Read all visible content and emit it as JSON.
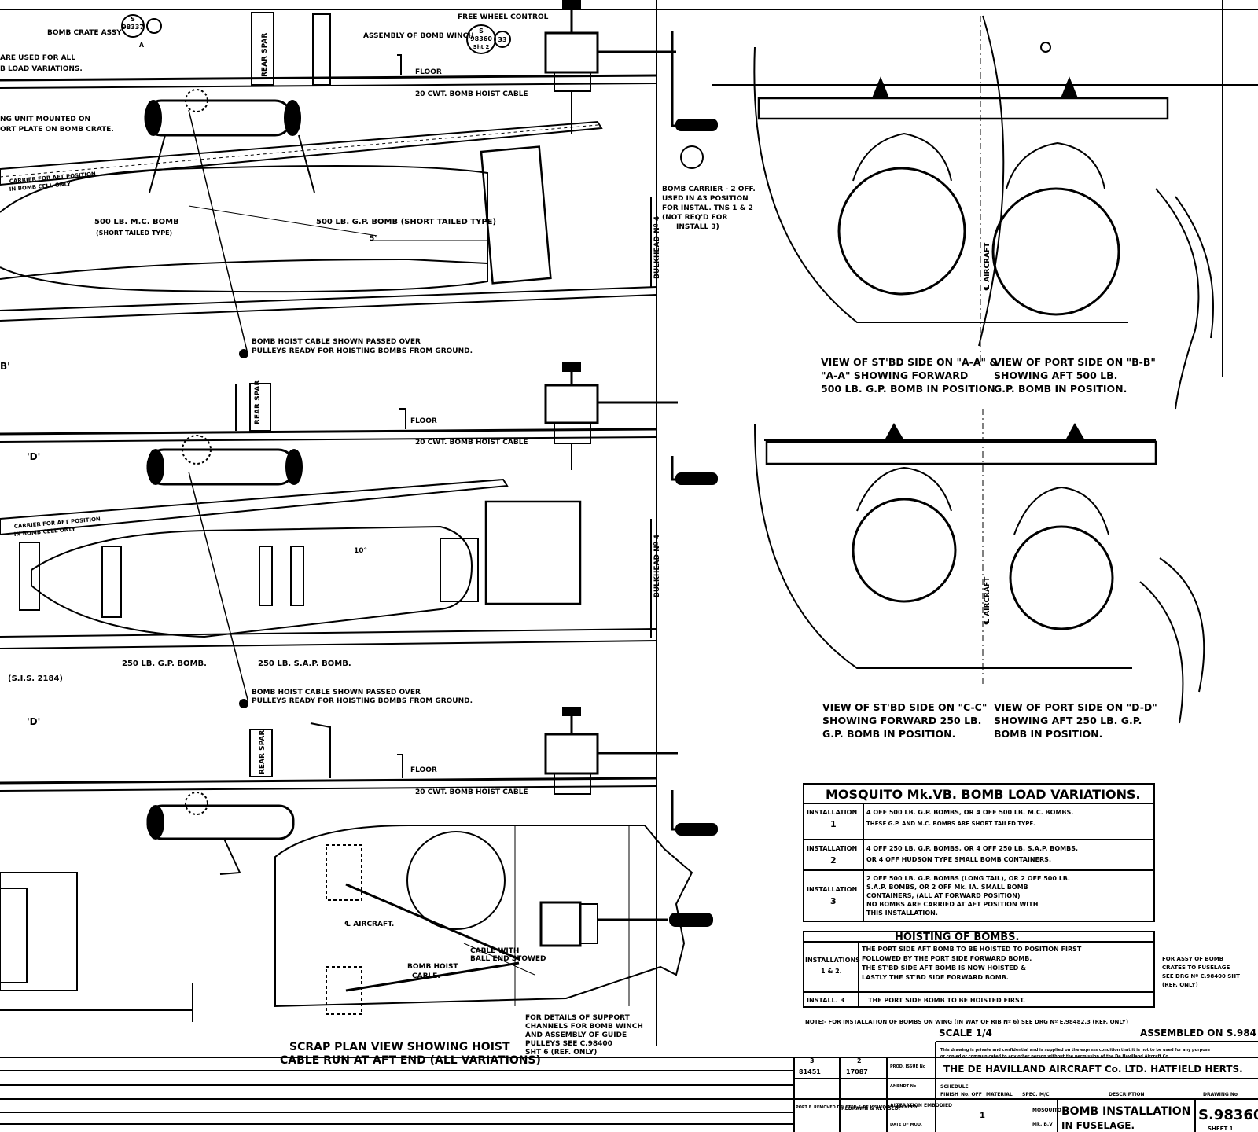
{
  "notes": {
    "bomb_crate": "BOMB CRATE ASSY",
    "bomb_crate_ref": "98337",
    "bomb_crate_ref_letter": "S",
    "bomb_crate_ref_sub": "A",
    "used_for_all_1": "ARE USED FOR ALL",
    "used_for_all_2": "B LOAD VARIATIONS.",
    "free_wheel": "FREE WHEEL CONTROL",
    "winch_assy": "ASSEMBLY OF BOMB WINCH",
    "winch_ref": "98360",
    "winch_ref_letter": "S",
    "winch_ref_sub": "Sht 2",
    "winch_ref_num": "33",
    "rear_spar": "REAR SPAR",
    "floor": "FLOOR",
    "hoist_cable": "20 CWT. BOMB HOIST CABLE",
    "unit_mounted_1": "NG UNIT MOUNTED ON",
    "unit_mounted_2": "ORT PLATE ON BOMB CRATE.",
    "carrier_aft_1": "CARRIER FOR AFT POSITION",
    "carrier_aft_2": "IN BOMB CELL ONLY",
    "bomb_500_mc": "500 LB. M.C. BOMB",
    "short_tailed": "(SHORT TAILED TYPE)",
    "bomb_500_gp": "500 LB. G.P. BOMB (SHORT TAILED TYPE)",
    "angle_5": "5°",
    "angle_10": "10°",
    "bomb_carrier_1": "BOMB CARRIER - 2 OFF.",
    "bomb_carrier_2": "USED IN A3 POSITION",
    "bomb_carrier_3": "FOR INSTAL. TNS 1 & 2",
    "bomb_carrier_4": "(NOT REQ'D FOR",
    "bomb_carrier_5": "INSTALL 3)",
    "bulkhead": "BULKHEAD Nº 4",
    "cable_passed_1": "BOMB HOIST CABLE SHOWN PASSED OVER",
    "cable_passed_2": "PULLEYS READY FOR HOISTING BOMBS FROM GROUND.",
    "section_b": "B'",
    "section_d": "'D'",
    "bomb_250_gp": "250 LB. G.P. BOMB.",
    "bomb_250_sap": "250 LB. S.A.P. BOMB.",
    "sis_ref": "(S.I.S. 2184)",
    "aircraft_cl": "℄ AIRCRAFT",
    "scrap_aircraft": "℄ AIRCRAFT.",
    "scrap_title_1": "SCRAP PLAN VIEW SHOWING HOIST",
    "scrap_title_2": "CABLE RUN AT AFT END (ALL VARIATIONS)",
    "cable_with_1": "CABLE WITH",
    "cable_with_2": "BALL END STOWED",
    "bomb_hoist_cable_1": "BOMB HOIST",
    "bomb_hoist_cable_2": "CABLE.",
    "support_1": "FOR DETAILS OF SUPPORT",
    "support_2": "CHANNELS FOR BOMB WINCH",
    "support_3": "AND ASSEMBLY OF GUIDE",
    "support_4": "PULLEYS SEE C.98400",
    "support_5": "SHT 6 (REF. ONLY)",
    "view_aa_1": "VIEW OF ST'BD SIDE ON \"A-A\" &",
    "view_aa_2": "\"A-A\" SHOWING FORWARD",
    "view_aa_3": "500 LB. G.P. BOMB IN POSITION.",
    "view_bb_1": "VIEW OF PORT SIDE ON \"B-B\"",
    "view_bb_2": "SHOWING AFT 500 LB.",
    "view_bb_3": "G.P. BOMB IN POSITION.",
    "view_cc_1": "VIEW OF ST'BD SIDE ON \"C-C\"",
    "view_cc_2": "SHOWING FORWARD 250 LB.",
    "view_cc_3": "G.P. BOMB IN POSITION.",
    "view_dd_1": "VIEW OF PORT SIDE ON \"D-D\"",
    "view_dd_2": "SHOWING AFT 250 LB. G.P.",
    "view_dd_3": "BOMB IN POSITION.",
    "crates_1": "FOR ASSY OF BOMB",
    "crates_2": "CRATES TO FUSELAGE",
    "crates_3": "SEE DRG Nº C.98400 SHT",
    "crates_4": "(REF. ONLY)",
    "note_wing": "NOTE:- FOR INSTALLATION OF BOMBS ON WING (IN WAY OF RIB Nº 6) SEE DRG Nº E.98482.3 (REF. ONLY)"
  },
  "load_table": {
    "title": "MOSQUITO Mk.VB. BOMB LOAD VARIATIONS.",
    "rows": [
      {
        "label": "INSTALLATION",
        "num": "1",
        "lines": [
          "4 OFF 500 LB. G.P. BOMBS, OR 4 OFF 500 LB. M.C. BOMBS.",
          "THESE G.P. AND M.C. BOMBS ARE SHORT TAILED TYPE."
        ]
      },
      {
        "label": "INSTALLATION",
        "num": "2",
        "lines": [
          "4 OFF 250 LB. G.P. BOMBS, OR 4 OFF 250 LB. S.A.P. BOMBS,",
          "OR 4 OFF HUDSON TYPE SMALL BOMB CONTAINERS."
        ]
      },
      {
        "label": "INSTALLATION",
        "num": "3",
        "lines": [
          "2 OFF 500 LB. G.P. BOMBS (LONG TAIL), OR 2 OFF 500 LB.",
          "S.A.P. BOMBS, OR 2 OFF Mk. IA. SMALL BOMB",
          "CONTAINERS, (ALL AT FORWARD POSITION)",
          "NO BOMBS ARE CARRIED AT AFT POSITION WITH",
          "THIS INSTALLATION."
        ]
      }
    ],
    "hoist_title": "HOISTING OF BOMBS.",
    "hoist_rows": [
      {
        "label": "INSTALLATIONS",
        "num": "1 & 2.",
        "lines": [
          "THE PORT SIDE AFT BOMB TO BE HOISTED TO POSITION FIRST",
          "FOLLOWED BY THE PORT SIDE FORWARD BOMB.",
          "THE ST'BD SIDE AFT BOMB IS NOW HOISTED &",
          "LASTLY THE ST'BD SIDE FORWARD BOMB."
        ]
      },
      {
        "label": "INSTALL. 3",
        "num": "",
        "lines": [
          "THE PORT SIDE BOMB TO BE HOISTED FIRST."
        ]
      }
    ]
  },
  "title_block": {
    "scale": "SCALE 1/4",
    "assembled": "ASSEMBLED ON S.984",
    "confidential_1": "This drawing is private and confidential and is supplied on the express condition that it is not to be used for any purpose",
    "confidential_2": "or copied or communicated to any other person without the permission of the De Havilland Aircraft Co.",
    "company": "THE DE HAVILLAND AIRCRAFT Co. LTD. HATFIELD HERTS.",
    "mosquito": "MOSQUITO",
    "mark": "Mk. B.V",
    "description_1": "BOMB INSTALLATION",
    "description_2": "IN FUSELAGE.",
    "drawing_no": "S.98360",
    "sheet": "SHEET 1",
    "qty": "1",
    "rev_3": "3",
    "rev_2": "2",
    "mod_no": "81451",
    "mod_no_2": "17087",
    "redrawn": "REDRAWN & REVISED.",
    "alteration": "ALTERATION EMBODIED",
    "amendt": "AMENDT No",
    "date_mod": "DATE OF MOD.",
    "issue": "PROD. ISSUE No",
    "schedule": "SCHEDULE",
    "finish": "FINISH",
    "no_off": "No. OFF",
    "material": "MATERIAL",
    "spec": "SPEC.",
    "mk": "M/C",
    "descr_head": "DESCRIPTION",
    "drawing_head": "DRAWING No",
    "small_notes": "PORT F. REMOVED DELETED & RE ISSUED AS AMENDED"
  }
}
